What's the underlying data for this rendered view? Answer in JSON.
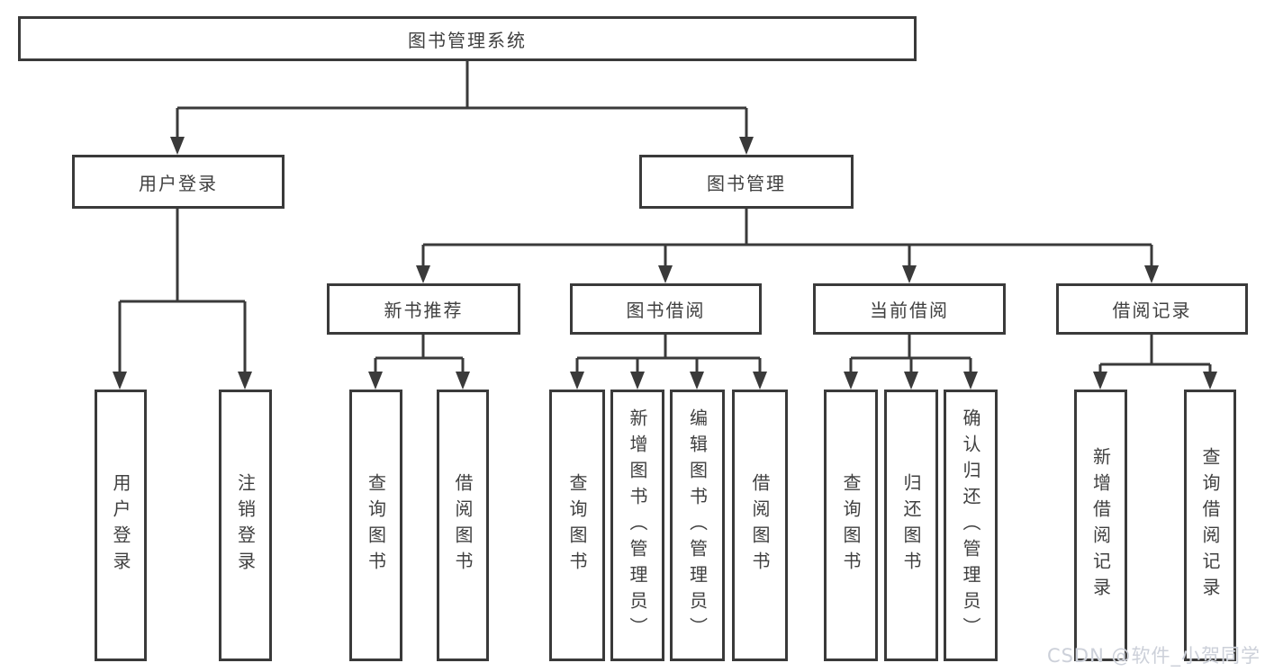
{
  "diagram": {
    "title": "图书管理系统",
    "level2": [
      {
        "label": "用户登录"
      },
      {
        "label": "图书管理"
      }
    ],
    "level3": [
      {
        "label": "新书推荐"
      },
      {
        "label": "图书借阅"
      },
      {
        "label": "当前借阅"
      },
      {
        "label": "借阅记录"
      }
    ],
    "leaves_user_login": [
      {
        "label": "用户登录"
      },
      {
        "label": "注销登录"
      }
    ],
    "leaves_new_books": [
      {
        "label": "查询图书"
      },
      {
        "label": "借阅图书"
      }
    ],
    "leaves_book_borrow": [
      {
        "label": "查询图书"
      },
      {
        "label": "新增图书（管理员）"
      },
      {
        "label": "编辑图书（管理员）"
      },
      {
        "label": "借阅图书"
      }
    ],
    "leaves_current_borrow": [
      {
        "label": "查询图书"
      },
      {
        "label": "归还图书"
      },
      {
        "label": "确认归还（管理员）"
      }
    ],
    "leaves_borrow_records": [
      {
        "label": "新增借阅记录"
      },
      {
        "label": "查询借阅记录"
      }
    ],
    "watermark": "CSDN @软件_小贺同学",
    "colors": {
      "line": "#3a3a3a",
      "text": "#404040",
      "watermark": "#ccd0d9",
      "background": "#ffffff"
    }
  }
}
